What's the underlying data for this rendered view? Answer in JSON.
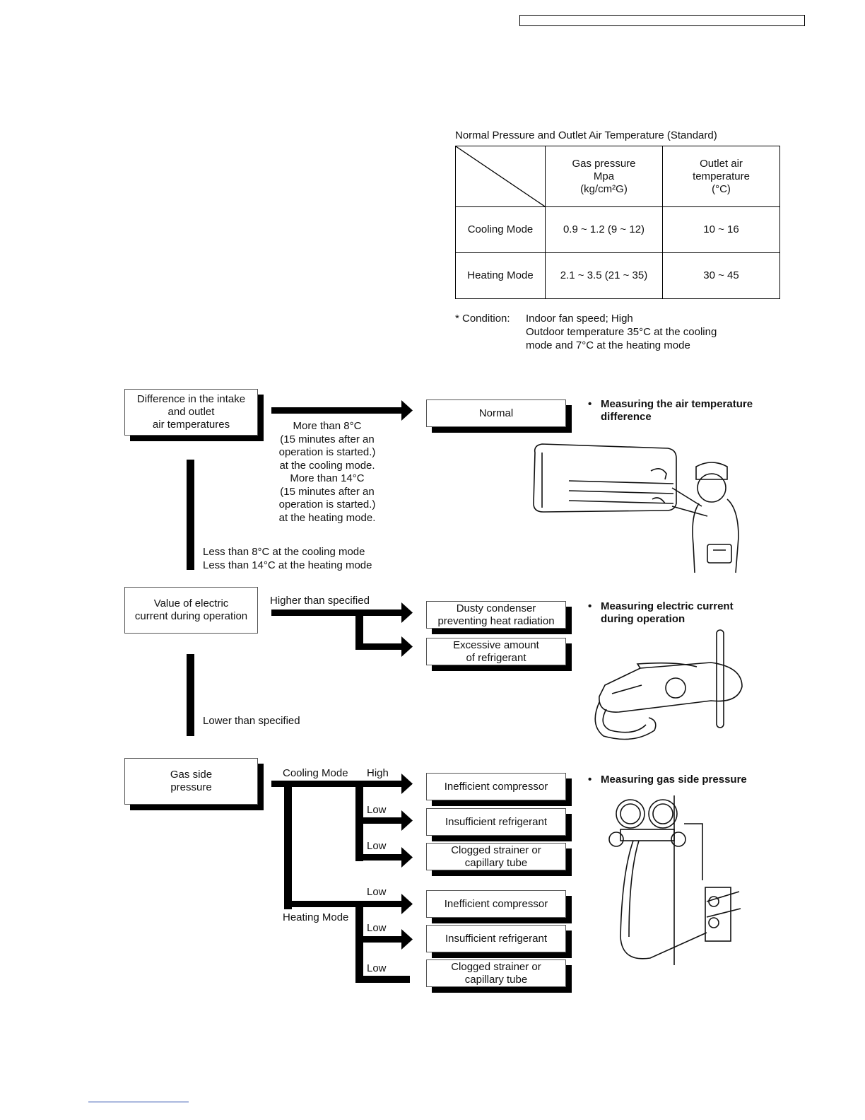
{
  "table": {
    "title": "Normal Pressure and Outlet Air Temperature (Standard)",
    "header_gas": [
      "Gas pressure",
      "Mpa",
      "(kg/cm²G)"
    ],
    "header_outlet": [
      "Outlet air",
      "temperature",
      "(°C)"
    ],
    "rows": [
      {
        "mode": "Cooling Mode",
        "pressure": "0.9 ~ 1.2 (9 ~ 12)",
        "temp": "10 ~ 16"
      },
      {
        "mode": "Heating Mode",
        "pressure": "2.1 ~ 3.5 (21 ~ 35)",
        "temp": "30 ~ 45"
      }
    ],
    "condition_label": "* Condition:",
    "condition_lines": [
      "Indoor fan speed; High",
      "Outdoor temperature 35°C at the cooling",
      "mode and 7°C at the heating mode"
    ]
  },
  "flow": {
    "box_intake": [
      "Difference in the intake",
      "and outlet",
      "air temperatures"
    ],
    "box_normal": "Normal",
    "label_normal": [
      "More than 8°C",
      "(15 minutes after an",
      "operation is started.)",
      "at the cooling mode.",
      "More than 14°C",
      "(15 minutes after an",
      "operation is started.)",
      "at the heating mode."
    ],
    "label_less": [
      "Less than 8°C at the cooling mode",
      "Less than 14°C at the heating mode"
    ],
    "box_current": [
      "Value of electric",
      "current during operation"
    ],
    "label_higher": "Higher than specified",
    "box_dusty": [
      "Dusty condenser",
      "preventing heat radiation"
    ],
    "box_excess": [
      "Excessive amount",
      "of refrigerant"
    ],
    "label_lower": "Lower than specified",
    "box_gas": [
      "Gas side",
      "pressure"
    ],
    "label_cooling_mode": "Cooling Mode",
    "label_heating_mode": "Heating Mode",
    "label_high": "High",
    "label_low": "Low",
    "result_ineff": "Inefficient compressor",
    "result_insuff": "Insufficient refrigerant",
    "result_clogged": [
      "Clogged strainer or",
      "capillary tube"
    ]
  },
  "bullets": {
    "dot": "•",
    "air_temp": [
      "Measuring the air temperature",
      "difference"
    ],
    "current": [
      "Measuring electric current",
      "during operation"
    ],
    "gas": "Measuring gas side pressure"
  }
}
